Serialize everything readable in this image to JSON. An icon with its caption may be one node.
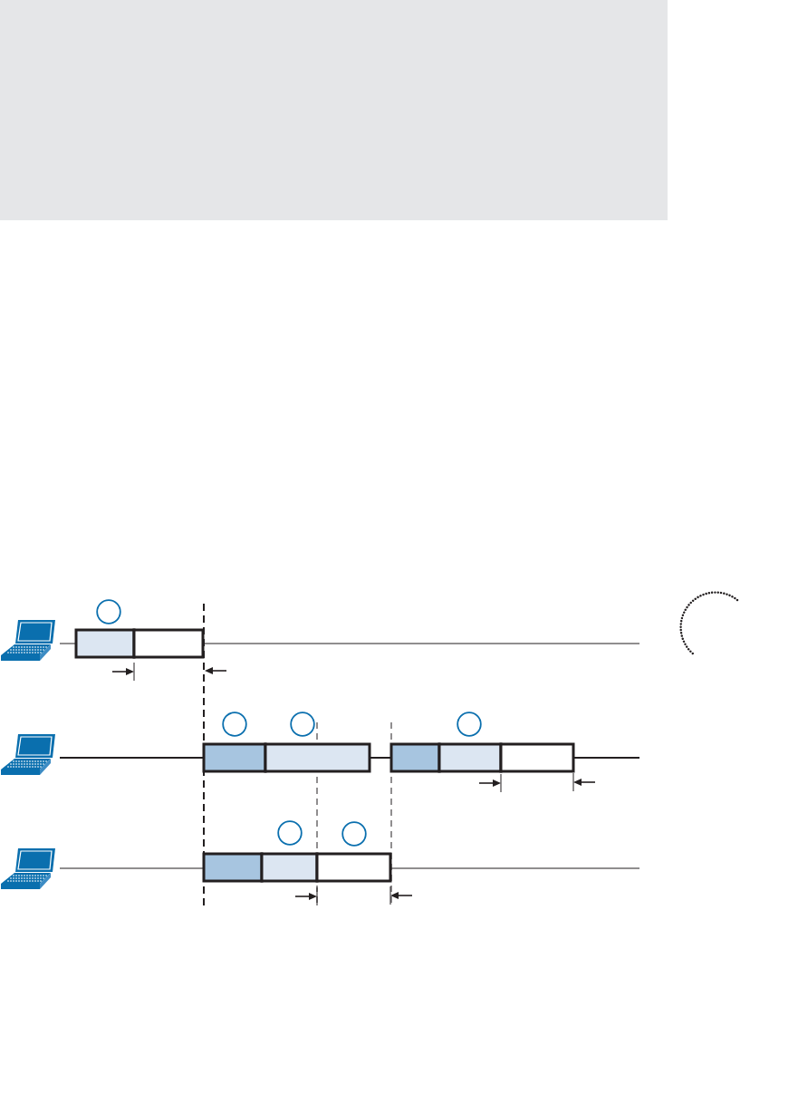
{
  "diagram": {
    "nodes": [
      {
        "text": [],
        "shape": "circle"
      },
      {
        "text": [],
        "shape": "laptop"
      },
      {
        "text": [],
        "shape": "box"
      },
      {
        "text": [],
        "shape": "box"
      },
      {
        "text": [],
        "shape": "circle"
      },
      {
        "text": [],
        "shape": "circle"
      },
      {
        "text": [],
        "shape": "circle"
      },
      {
        "text": [],
        "shape": "laptop"
      },
      {
        "text": [],
        "shape": "box"
      },
      {
        "text": [],
        "shape": "box"
      },
      {
        "text": [],
        "shape": "box"
      },
      {
        "text": [],
        "shape": "box"
      },
      {
        "text": [],
        "shape": "box"
      },
      {
        "text": [],
        "shape": "circle"
      },
      {
        "text": [],
        "shape": "circle"
      },
      {
        "text": [],
        "shape": "laptop"
      },
      {
        "text": [],
        "shape": "box"
      },
      {
        "text": [],
        "shape": "box"
      },
      {
        "text": [],
        "shape": "box"
      }
    ]
  }
}
